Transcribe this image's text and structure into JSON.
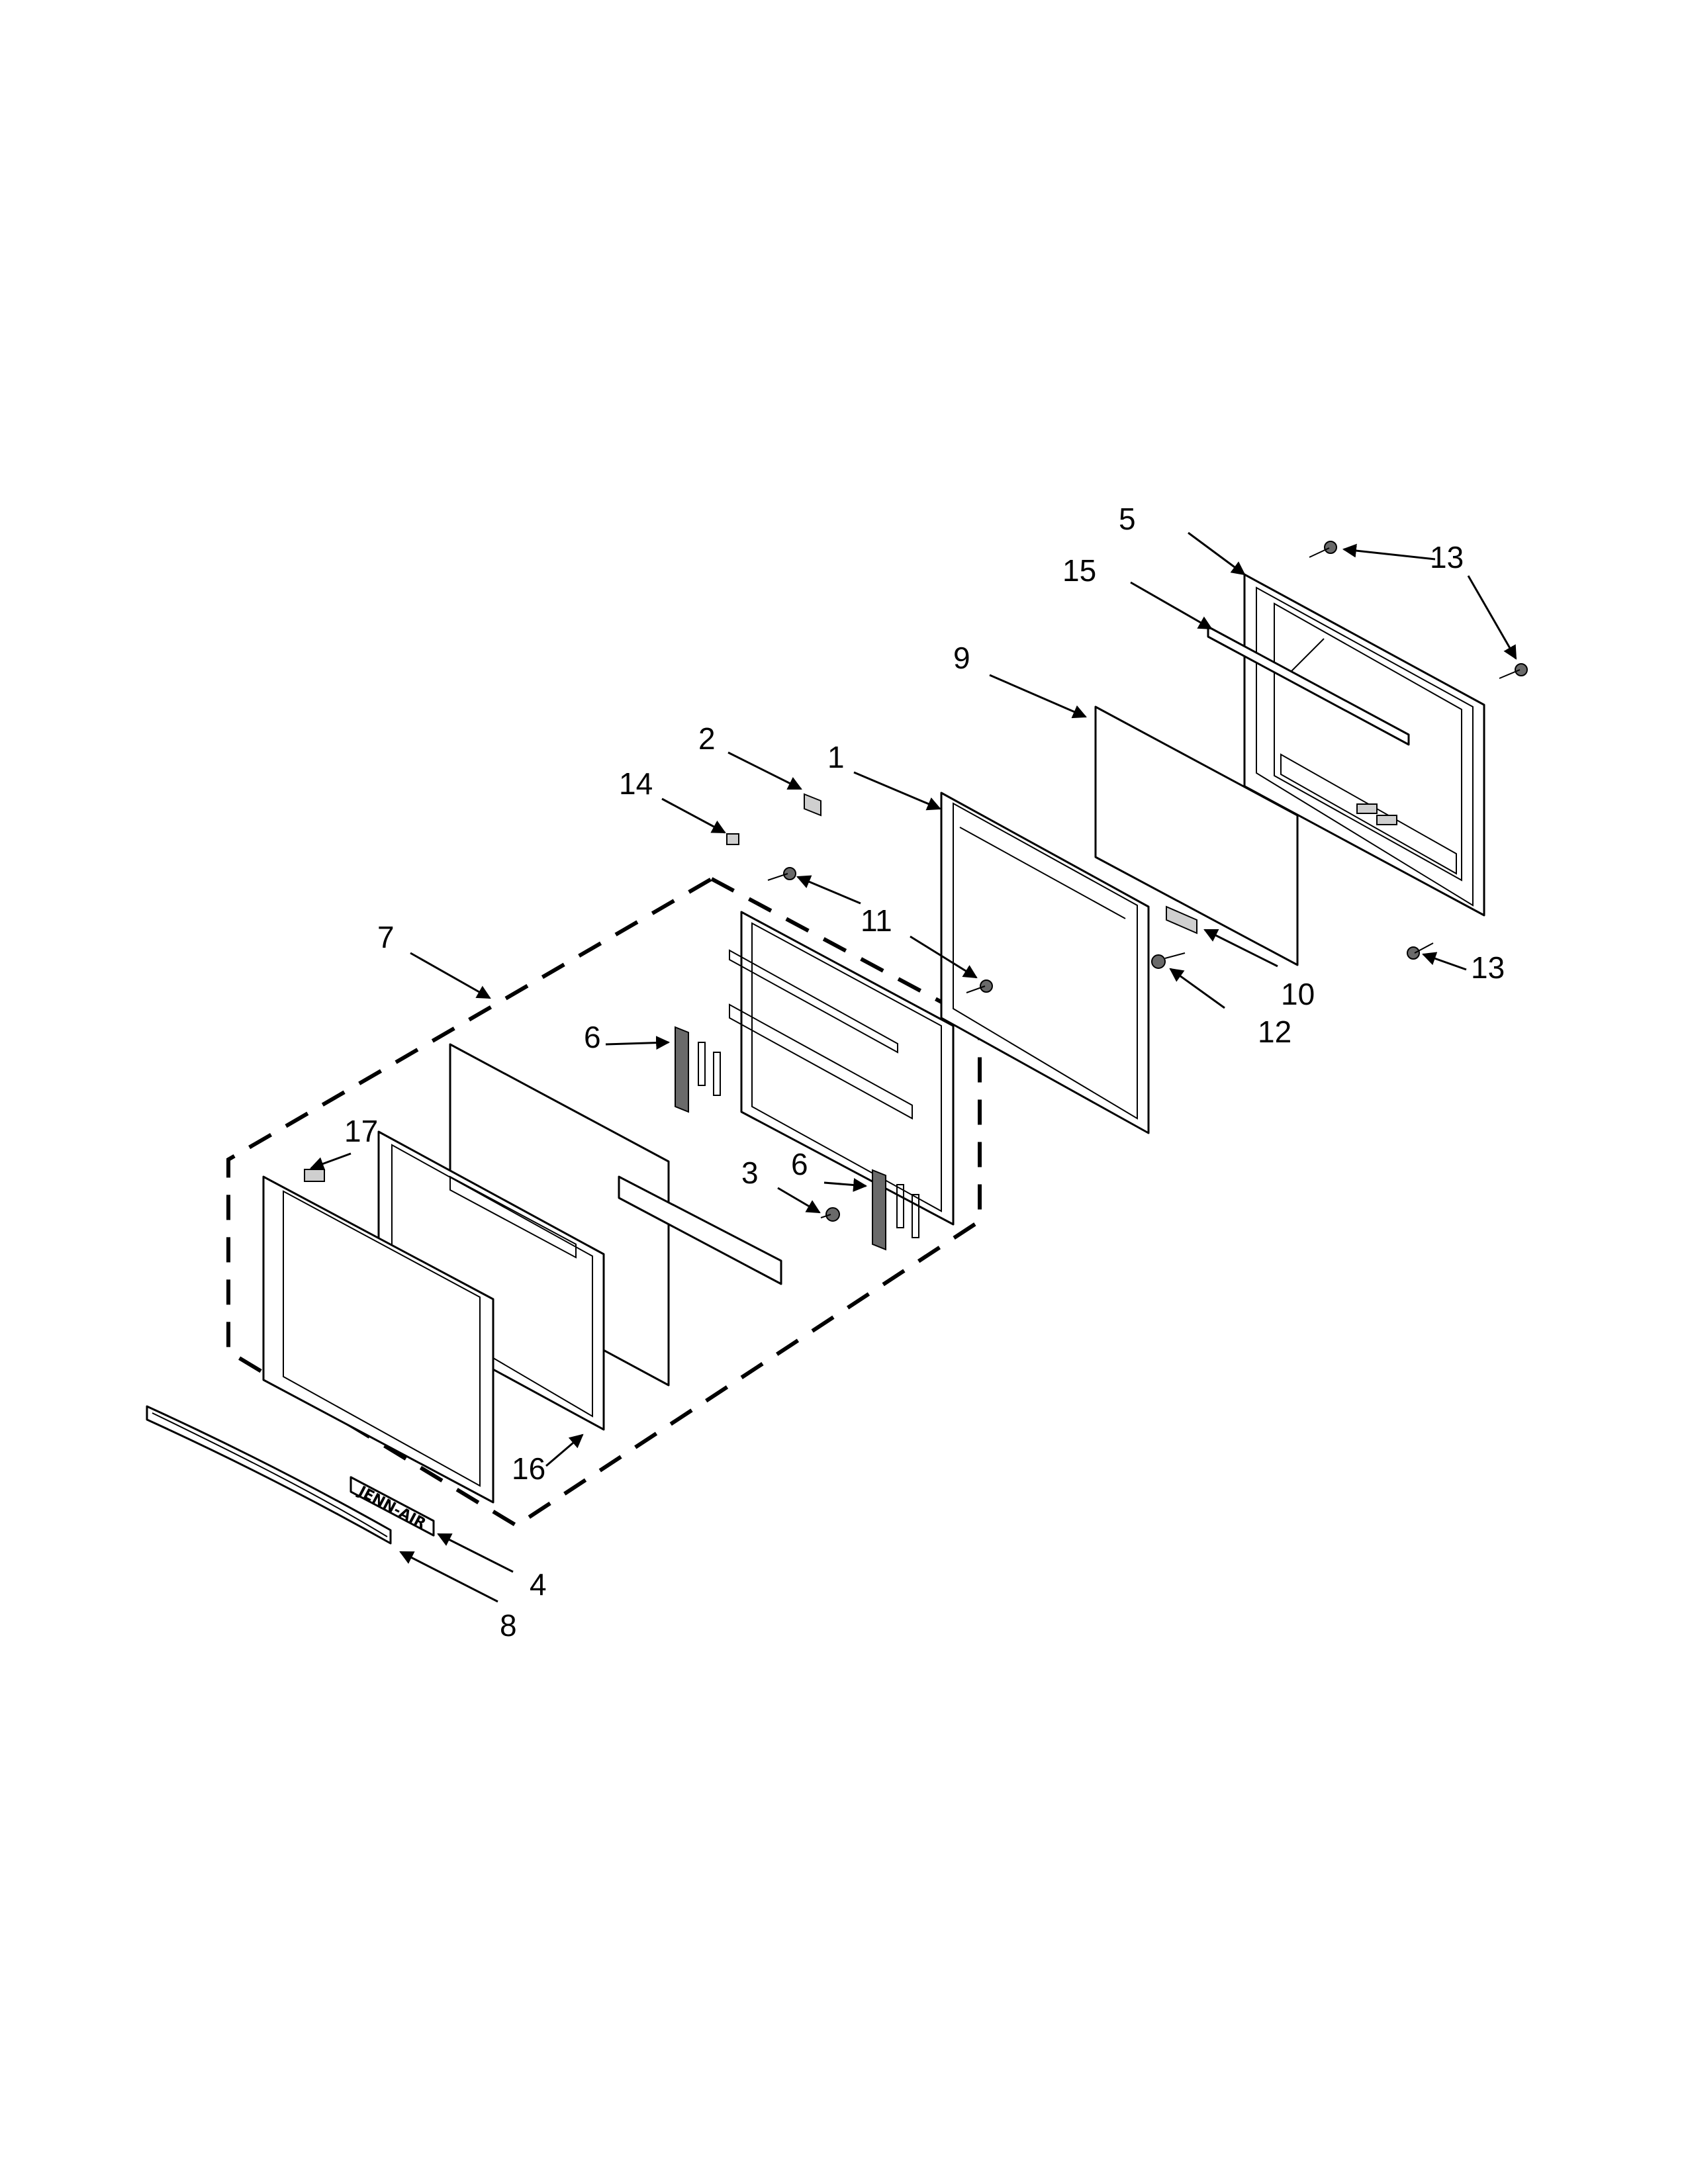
{
  "diagram": {
    "callouts": [
      {
        "id": "c1",
        "label": "1"
      },
      {
        "id": "c2",
        "label": "2"
      },
      {
        "id": "c3",
        "label": "3"
      },
      {
        "id": "c4",
        "label": "4"
      },
      {
        "id": "c5",
        "label": "5"
      },
      {
        "id": "c6a",
        "label": "6"
      },
      {
        "id": "c6b",
        "label": "6"
      },
      {
        "id": "c7",
        "label": "7"
      },
      {
        "id": "c8",
        "label": "8"
      },
      {
        "id": "c9",
        "label": "9"
      },
      {
        "id": "c10",
        "label": "10"
      },
      {
        "id": "c11",
        "label": "11"
      },
      {
        "id": "c12",
        "label": "12"
      },
      {
        "id": "c13a",
        "label": "13"
      },
      {
        "id": "c13b",
        "label": "13"
      },
      {
        "id": "c14",
        "label": "14"
      },
      {
        "id": "c15",
        "label": "15"
      },
      {
        "id": "c16",
        "label": "16"
      },
      {
        "id": "c17",
        "label": "17"
      }
    ],
    "logo_text": "JENN-AIR"
  },
  "colors": {
    "line": "#000000",
    "background": "#ffffff",
    "shade": "#6a6a6a"
  }
}
